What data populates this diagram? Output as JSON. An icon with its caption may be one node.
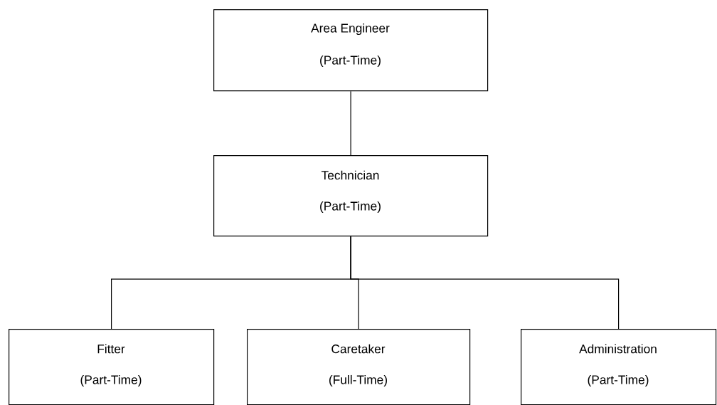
{
  "diagram": {
    "nodes": [
      {
        "text": [
          "Area Engineer",
          "(Part-Time)"
        ]
      },
      {
        "text": [
          "Technician",
          "(Part-Time)"
        ]
      },
      {
        "text": [
          "Fitter",
          "(Part-Time)"
        ]
      },
      {
        "text": [
          "Caretaker",
          "(Full-Time)"
        ]
      },
      {
        "text": [
          "Administration",
          "(Part-Time)"
        ]
      }
    ],
    "edges": [
      {
        "from": 0,
        "to": 1,
        "arrow": "none"
      },
      {
        "from": 1,
        "to": 2,
        "arrow": "none"
      },
      {
        "from": 1,
        "to": 3,
        "arrow": "none"
      },
      {
        "from": 1,
        "to": 4,
        "arrow": "none"
      }
    ]
  }
}
